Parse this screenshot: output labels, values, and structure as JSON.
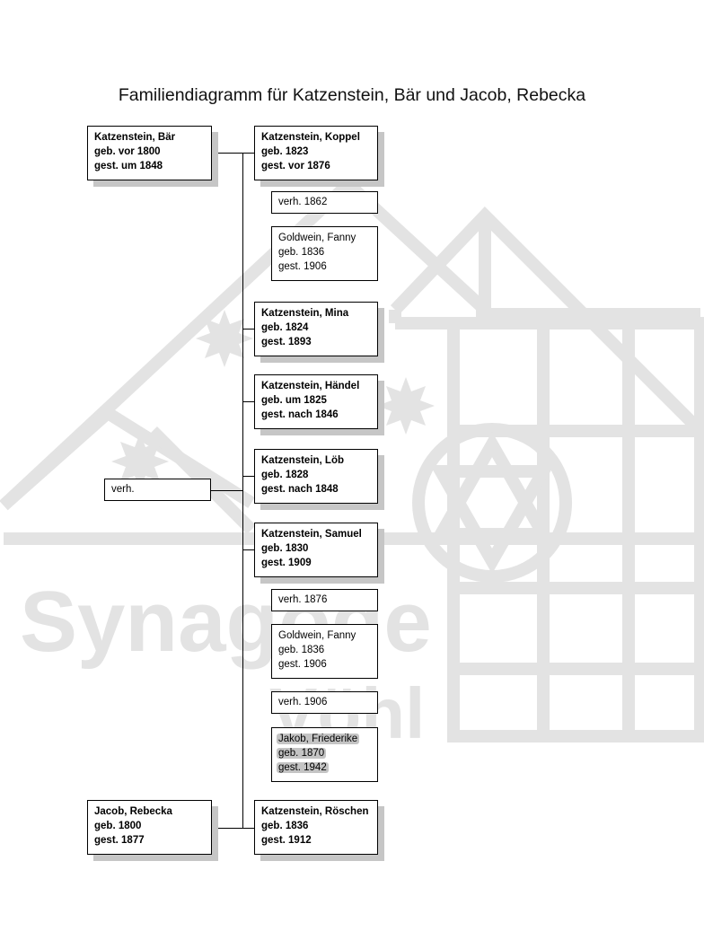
{
  "title": "Familiendiagramm für Katzenstein, Bär und Jacob, Rebecka",
  "watermark": {
    "text_line1": "Synagoge",
    "text_line2": "Vöhl",
    "color": "#e3e3e3"
  },
  "parents": {
    "father": {
      "name": "Katzenstein, Bär",
      "born": "geb. vor 1800",
      "died": "gest. um 1848"
    },
    "marriage": {
      "label": "verh."
    },
    "mother": {
      "name": "Jacob, Rebecka",
      "born": "geb. 1800",
      "died": "gest. 1877"
    }
  },
  "children": [
    {
      "name": "Katzenstein, Koppel",
      "born": "geb. 1823",
      "died": "gest. vor 1876"
    },
    {
      "name": "Katzenstein, Mina",
      "born": "geb. 1824",
      "died": "gest. 1893"
    },
    {
      "name": "Katzenstein, Händel",
      "born": "geb. um 1825",
      "died": "gest. nach 1846"
    },
    {
      "name": "Katzenstein, Löb",
      "born": "geb. 1828",
      "died": "gest. nach 1848"
    },
    {
      "name": "Katzenstein, Samuel",
      "born": "geb. 1830",
      "died": "gest. 1909"
    },
    {
      "name": "Katzenstein, Röschen",
      "born": "geb. 1836",
      "died": "gest. 1912"
    }
  ],
  "spouses": {
    "koppel": [
      {
        "marriage": "verh. 1862",
        "name": "Goldwein, Fanny",
        "born": "geb. 1836",
        "died": "gest. 1906"
      }
    ],
    "samuel": [
      {
        "marriage": "verh. 1876",
        "name": "Goldwein, Fanny",
        "born": "geb. 1836",
        "died": "gest. 1906"
      },
      {
        "marriage": "verh. 1906",
        "name": "Jakob, Friederike",
        "born": "geb. 1870",
        "died": "gest. 1942",
        "highlighted": true
      }
    ]
  }
}
